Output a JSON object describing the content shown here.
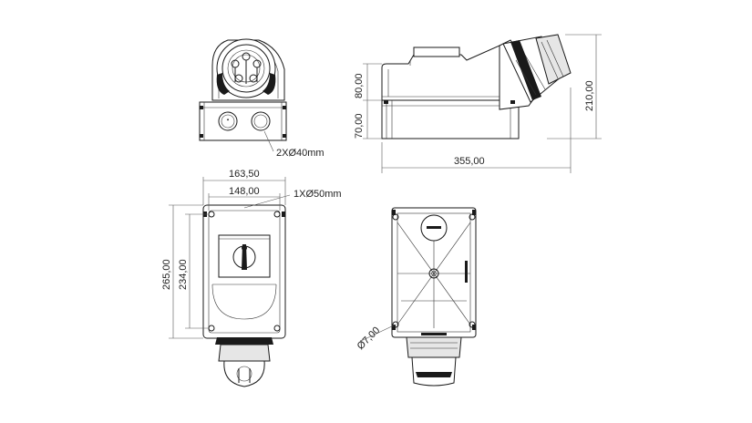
{
  "dimensions": {
    "holes_small": "2XØ40mm",
    "hole_large": "1XØ50mm",
    "width_overall": "163,50",
    "width_inner": "148,00",
    "height_overall": "265,00",
    "height_inner": "234,00",
    "hole_diameter": "Ø7,00",
    "side_top": "80,00",
    "side_bottom": "70,00",
    "side_height": "210,00",
    "side_length": "355,00"
  }
}
